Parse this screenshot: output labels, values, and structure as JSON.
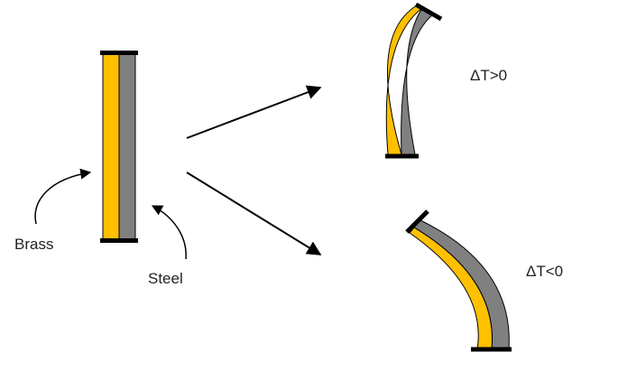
{
  "labels": {
    "brass": "Brass",
    "steel": "Steel",
    "heated": "ΔT>0",
    "cooled": "ΔT<0"
  },
  "colors": {
    "brass": "#FFC000",
    "steel": "#808080",
    "outline": "#000000",
    "end_cap": "#000000",
    "arrow": "#000000"
  },
  "icons": {
    "arrow_heads": "triangle-arrowhead"
  }
}
